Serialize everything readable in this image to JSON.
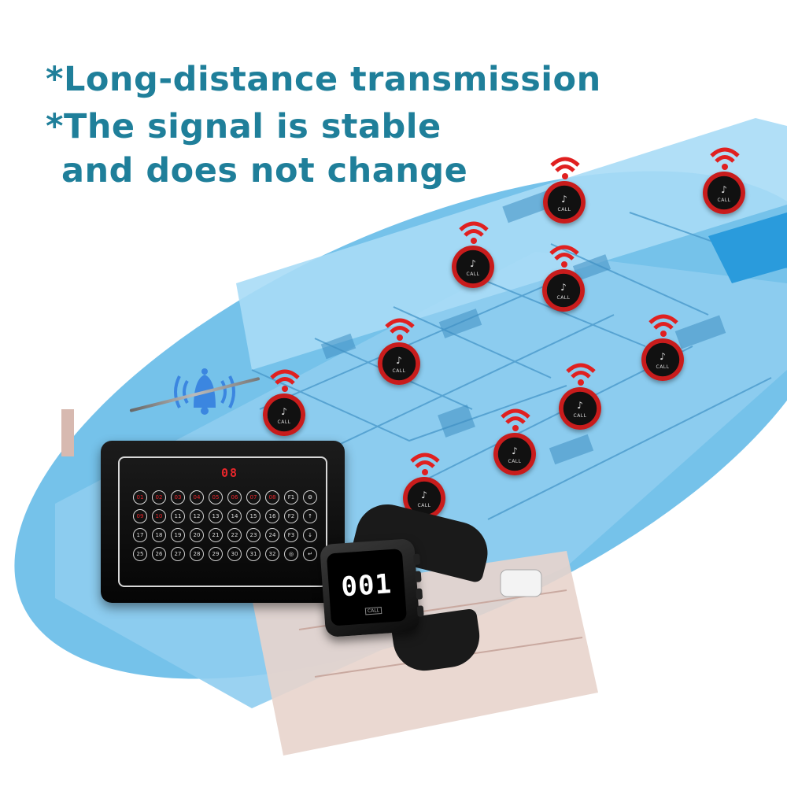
{
  "headline": {
    "line1": "*Long-distance transmission",
    "line2": "*The signal is stable",
    "line3": "and does not change"
  },
  "colors": {
    "headline": "#1f7f9a",
    "coverage": "#5db7e6",
    "signal_wave": "#e02020",
    "receiver_digit": "#e8262b"
  },
  "receiver": {
    "display": "08",
    "keys": [
      "01",
      "02",
      "03",
      "04",
      "05",
      "06",
      "07",
      "08",
      "F1",
      "gear",
      "09",
      "10",
      "11",
      "12",
      "13",
      "14",
      "15",
      "16",
      "F2",
      "up",
      "17",
      "18",
      "19",
      "20",
      "21",
      "22",
      "23",
      "24",
      "F3",
      "down",
      "25",
      "26",
      "27",
      "28",
      "29",
      "30",
      "31",
      "32",
      "antenna",
      "back"
    ],
    "red_keys": [
      "01",
      "02",
      "03",
      "04",
      "05",
      "06",
      "07",
      "08",
      "09",
      "10"
    ]
  },
  "watch": {
    "display": "001",
    "label": "CALL"
  },
  "pager": {
    "bell_icon": "bell-icon",
    "label": "CALL"
  },
  "icons": [
    "bell-ringing-icon",
    "wifi-signal-icon"
  ]
}
